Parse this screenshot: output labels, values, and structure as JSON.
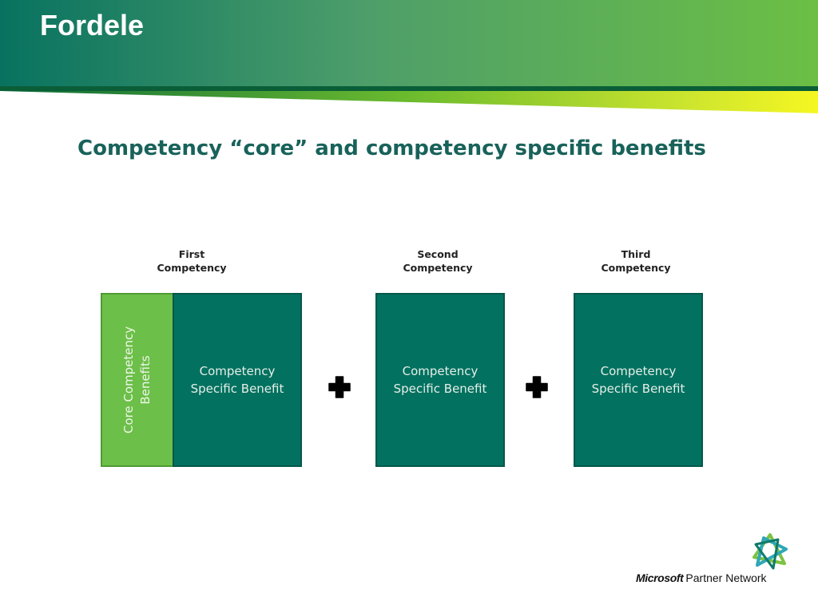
{
  "slide": {
    "title": "Fordele",
    "subtitle": "Competency “core” and competency specific benefits"
  },
  "columns": [
    {
      "label_line1": "First",
      "label_line2": "Competency",
      "box_text": "Competency Specific Benefit"
    },
    {
      "label_line1": "Second",
      "label_line2": "Competency",
      "box_text": "Competency Specific Benefit"
    },
    {
      "label_line1": "Third",
      "label_line2": "Competency",
      "box_text": "Competency Specific Benefit"
    }
  ],
  "core_box": {
    "text": "Core Competency Benefits"
  },
  "operators": {
    "icon": "plus-icon"
  },
  "brand": {
    "microsoft": "Microsoft",
    "partner_network": "Partner Network",
    "logo_icon": "partner-network-star-icon"
  },
  "colors": {
    "dark_teal": "#027160",
    "core_green": "#6cbf48",
    "title_teal": "#18625a",
    "header_dark": "#087260",
    "header_light": "#6cbf44",
    "accent_yellow": "#f4f526"
  }
}
